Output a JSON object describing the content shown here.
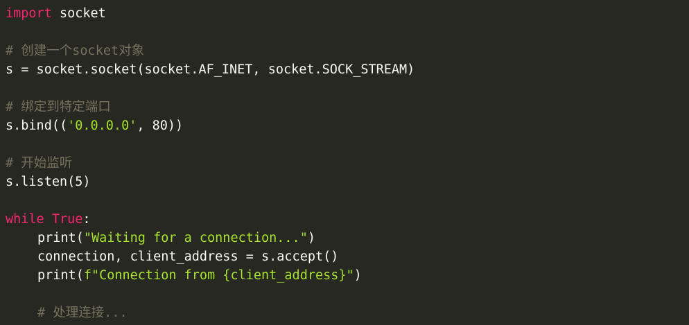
{
  "editor": {
    "lines": [
      [
        {
          "t": "import",
          "c": "kw"
        },
        {
          "t": " socket",
          "c": "id"
        }
      ],
      [],
      [
        {
          "t": "# 创建一个socket对象",
          "c": "com"
        }
      ],
      [
        {
          "t": "s = socket.socket(socket.AF_INET, socket.SOCK_STREAM)",
          "c": "id"
        }
      ],
      [],
      [
        {
          "t": "# 绑定到特定端口",
          "c": "com"
        }
      ],
      [
        {
          "t": "s.bind((",
          "c": "id"
        },
        {
          "t": "'0.0.0.0'",
          "c": "str"
        },
        {
          "t": ", 80))",
          "c": "id"
        }
      ],
      [],
      [
        {
          "t": "# 开始监听",
          "c": "com"
        }
      ],
      [
        {
          "t": "s.listen(5)",
          "c": "id"
        }
      ],
      [],
      [
        {
          "t": "while",
          "c": "kw"
        },
        {
          "t": " ",
          "c": "id"
        },
        {
          "t": "True",
          "c": "kw"
        },
        {
          "t": ":",
          "c": "id"
        }
      ],
      [
        {
          "t": "print(",
          "c": "id",
          "indent": true
        },
        {
          "t": "\"Waiting for a connection...\"",
          "c": "str"
        },
        {
          "t": ")",
          "c": "id"
        }
      ],
      [
        {
          "t": "connection, client_address = s.accept()",
          "c": "id",
          "indent": true
        }
      ],
      [
        {
          "t": "print(",
          "c": "id",
          "indent": true
        },
        {
          "t": "f\"Connection from {client_address}\"",
          "c": "str"
        },
        {
          "t": ")",
          "c": "id"
        }
      ],
      [],
      [
        {
          "t": "# 处理连接...",
          "c": "com",
          "indent": true
        }
      ]
    ]
  }
}
